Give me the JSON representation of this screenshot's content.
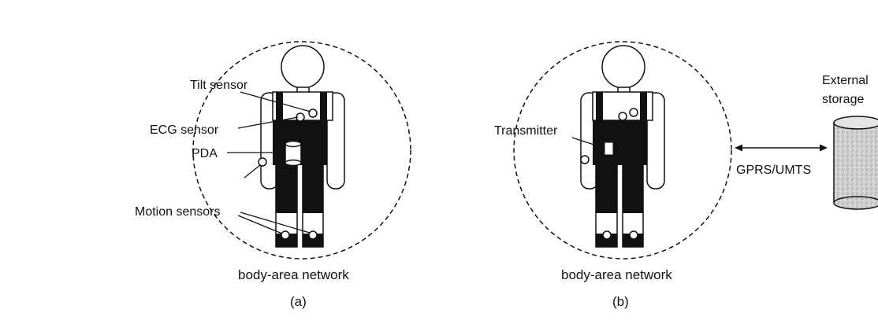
{
  "figure_a": {
    "labels": {
      "tilt_sensor": "Tilt sensor",
      "ecg_sensor": "ECG sensor",
      "pda": "PDA",
      "motion_sensors": "Motion sensors"
    },
    "network_label": "body-area network",
    "caption": "(a)"
  },
  "figure_b": {
    "labels": {
      "transmitter": "Transmitter",
      "link": "GPRS/UMTS",
      "storage_line1": "External",
      "storage_line2": "storage"
    },
    "network_label": "body-area network",
    "caption": "(b)"
  }
}
